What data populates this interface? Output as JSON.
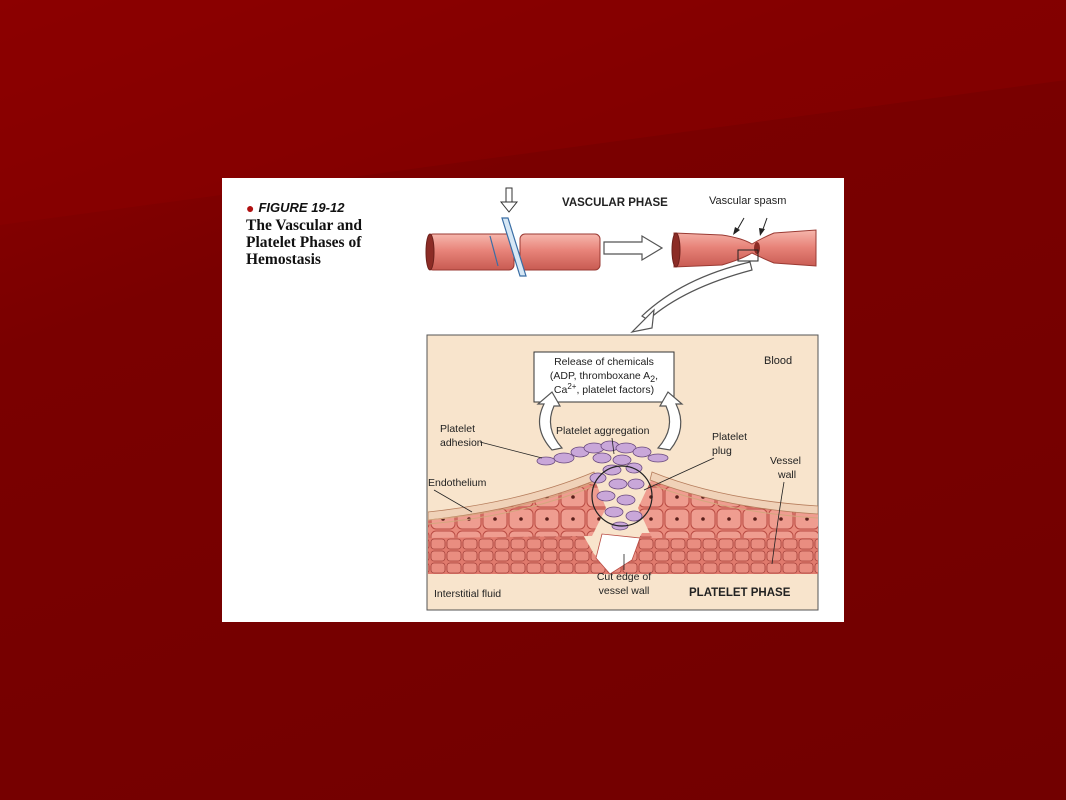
{
  "figure": {
    "number": "FIGURE 19-12",
    "title_lines": [
      "The Vascular and",
      "Platelet Phases of",
      "Hemostasis"
    ]
  },
  "vascular": {
    "heading": "VASCULAR PHASE",
    "spasm_label": "Vascular spasm"
  },
  "platelet": {
    "release_box": {
      "line1": "Release of chemicals",
      "line2": "(ADP, thromboxane A",
      "line2_sub": "2",
      "line2_end": ",",
      "line3_pre": "Ca",
      "line3_sup": "2+",
      "line3_end": ", platelet factors)"
    },
    "blood": "Blood",
    "platelet_adhesion": [
      "Platelet",
      "adhesion"
    ],
    "platelet_aggregation": "Platelet aggregation",
    "platelet_plug": [
      "Platelet",
      "plug"
    ],
    "vessel_wall": [
      "Vessel",
      "wall"
    ],
    "endothelium": "Endothelium",
    "cut_edge": [
      "Cut edge of",
      "vessel wall"
    ],
    "interstitial_fluid": "Interstitial fluid",
    "heading": "PLATELET PHASE"
  },
  "colors": {
    "slide_background": "#7a0000",
    "vessel": "#e8847a",
    "panel_background": "#f8e4cc"
  }
}
